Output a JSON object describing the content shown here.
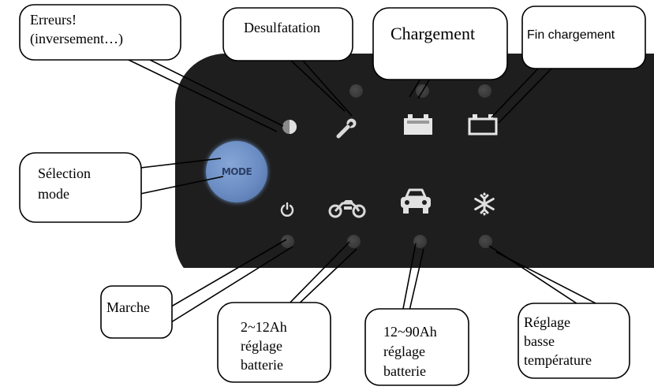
{
  "mode_button_label": "MODE",
  "panel_icons": [
    {
      "icon": "error-half-circle-icon"
    },
    {
      "icon": "wrench-icon"
    },
    {
      "icon": "battery-charging-icon"
    },
    {
      "icon": "battery-full-icon"
    },
    {
      "icon": "power-icon"
    },
    {
      "icon": "motorcycle-icon"
    },
    {
      "icon": "car-icon"
    },
    {
      "icon": "snowflake-icon"
    }
  ],
  "callouts": {
    "errors": {
      "line1": "Erreurs!",
      "line2": "(inversement…)"
    },
    "desulfatation": {
      "label": "Desulfatation"
    },
    "chargement": {
      "label": "Chargement"
    },
    "fin_chargement": {
      "label": "Fin chargement"
    },
    "selection_mode": {
      "line1": "Sélection",
      "line2": "mode"
    },
    "marche": {
      "label": "Marche"
    },
    "small_battery": {
      "line1": "2~12Ah",
      "line2": "réglage",
      "line3": "batterie"
    },
    "large_battery": {
      "line1": "12~90Ah",
      "line2": "réglage",
      "line3": "batterie"
    },
    "low_temp": {
      "line1": "Réglage",
      "line2": "basse",
      "line3": "température"
    }
  },
  "colors": {
    "panel": "#1e1e1e",
    "mode_button": "#6a8cc3",
    "icon": "#d9d9d9",
    "led_off": "#3a3a3a"
  }
}
